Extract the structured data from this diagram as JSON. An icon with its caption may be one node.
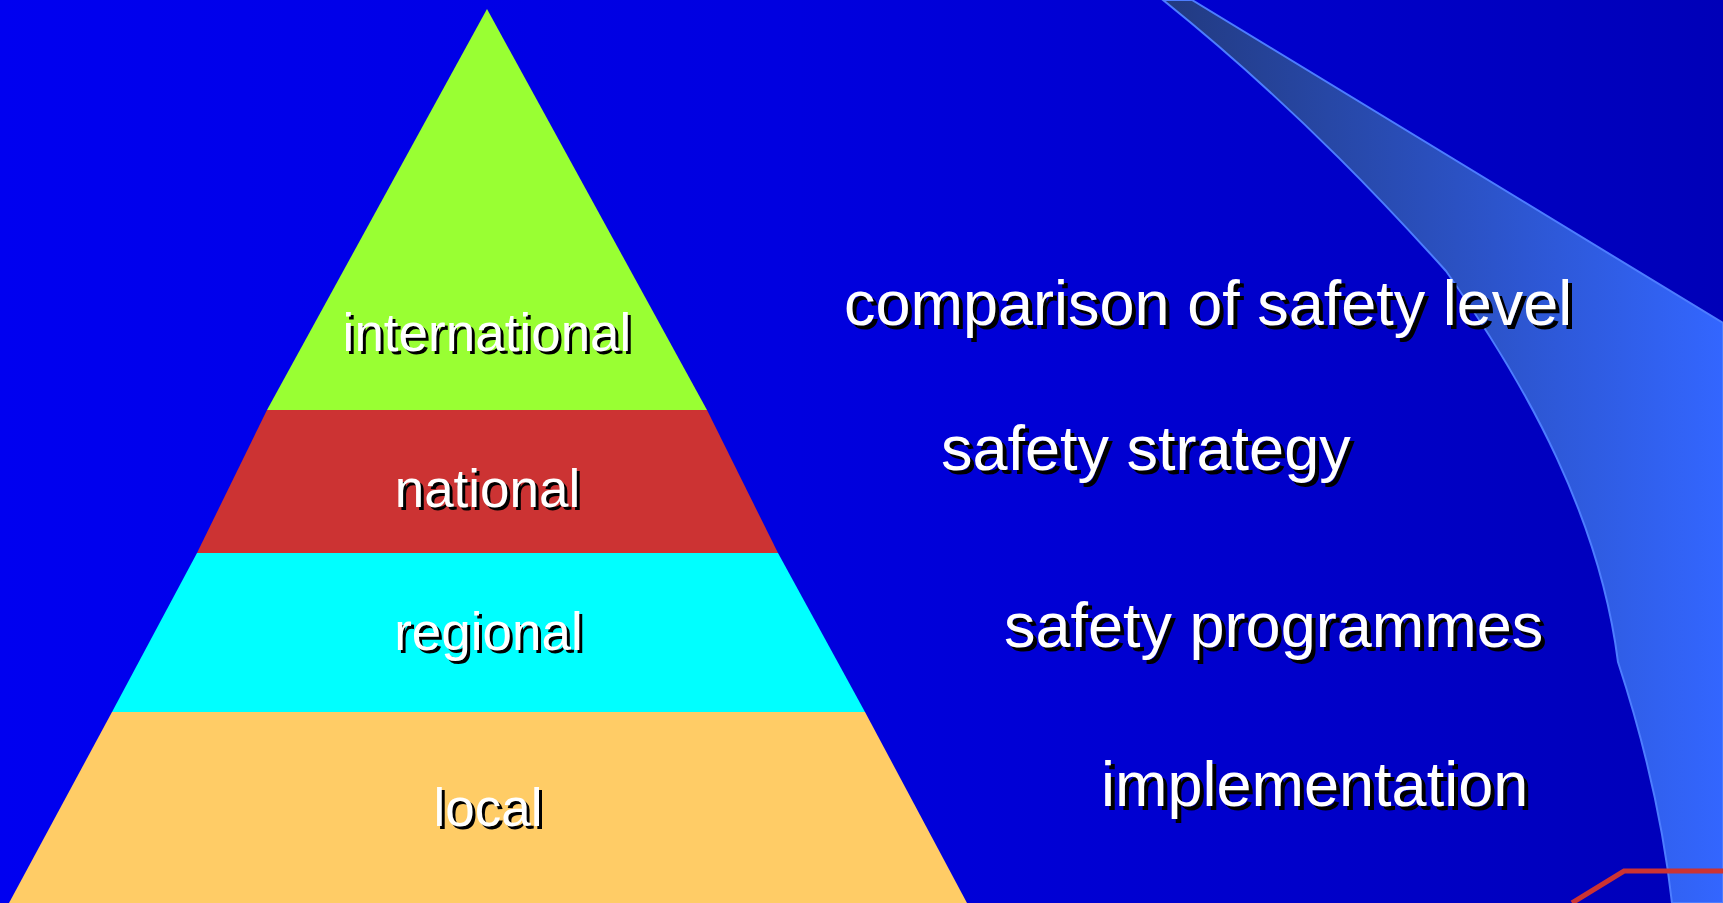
{
  "diagram": {
    "nodes": [
      {
        "text": [
          "international"
        ]
      },
      {
        "text": [
          "national"
        ]
      },
      {
        "text": [
          "regional"
        ]
      },
      {
        "text": [
          "local"
        ]
      }
    ],
    "labels": [
      "comparison of safety level",
      "safety strategy",
      "safety programmes",
      "implementation"
    ]
  }
}
